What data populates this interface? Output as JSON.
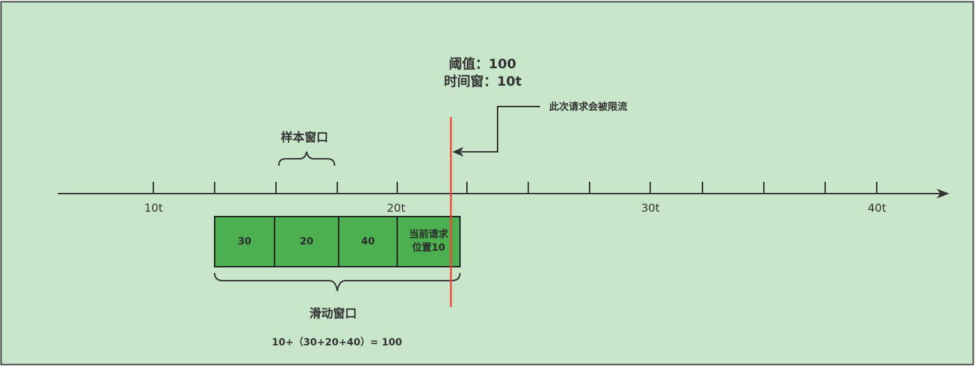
{
  "threshold_label": "阈值：100",
  "time_window_label": "时间窗：10t",
  "throttled_note": "此次请求会被限流",
  "sample_window_label": "样本窗口",
  "sliding_window_label": "滑动窗口",
  "formula": "10+（30+20+40）= 100",
  "axis": {
    "tick_labels": [
      "10t",
      "20t",
      "30t",
      "40t"
    ]
  },
  "cells": [
    {
      "label": "30"
    },
    {
      "label": "20"
    },
    {
      "label": "40"
    },
    {
      "label_line1": "当前请求",
      "label_line2": "位置10"
    }
  ],
  "colors": {
    "background": "#c8e6c9",
    "cell_fill": "#4caf50",
    "limit_line": "#f44336",
    "stroke": "#333333"
  }
}
